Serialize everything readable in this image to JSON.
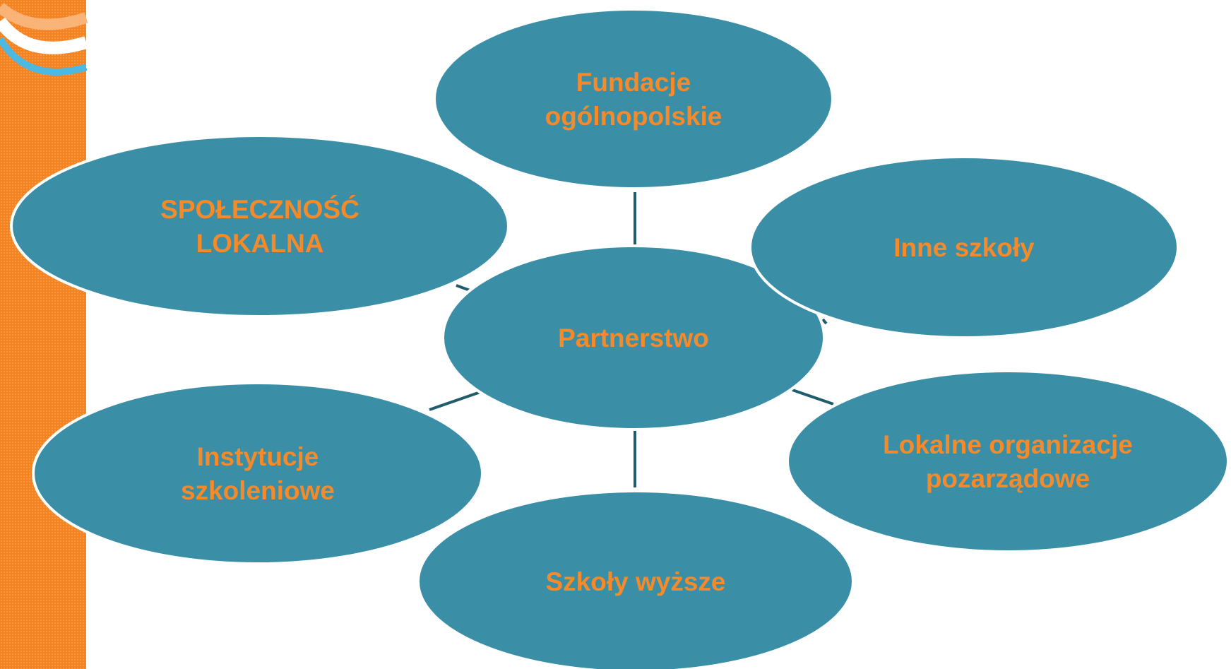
{
  "colors": {
    "node_fill": "#3a8fa6",
    "node_stroke": "#ffffff",
    "label": "#f58a2a",
    "connector": "#1f5c6c",
    "side_bar": "#f58220"
  },
  "diagram": {
    "center": {
      "label": "Partnerstwo"
    },
    "nodes": [
      {
        "id": "fundacje",
        "lines": [
          "Fundacje",
          "ogólnopolskie"
        ]
      },
      {
        "id": "spolecznosc",
        "lines": [
          "SPOŁECZNOŚĆ",
          "LOKALNA"
        ]
      },
      {
        "id": "inne-szkoly",
        "lines": [
          "Inne szkoły"
        ]
      },
      {
        "id": "instytucje",
        "lines": [
          "Instytucje",
          "szkoleniowe"
        ]
      },
      {
        "id": "lokalne-organizacje",
        "lines": [
          "Lokalne organizacje",
          "pozarządowe"
        ]
      },
      {
        "id": "szkoly-wyzsze",
        "lines": [
          "Szkoły wyższe"
        ]
      }
    ]
  }
}
